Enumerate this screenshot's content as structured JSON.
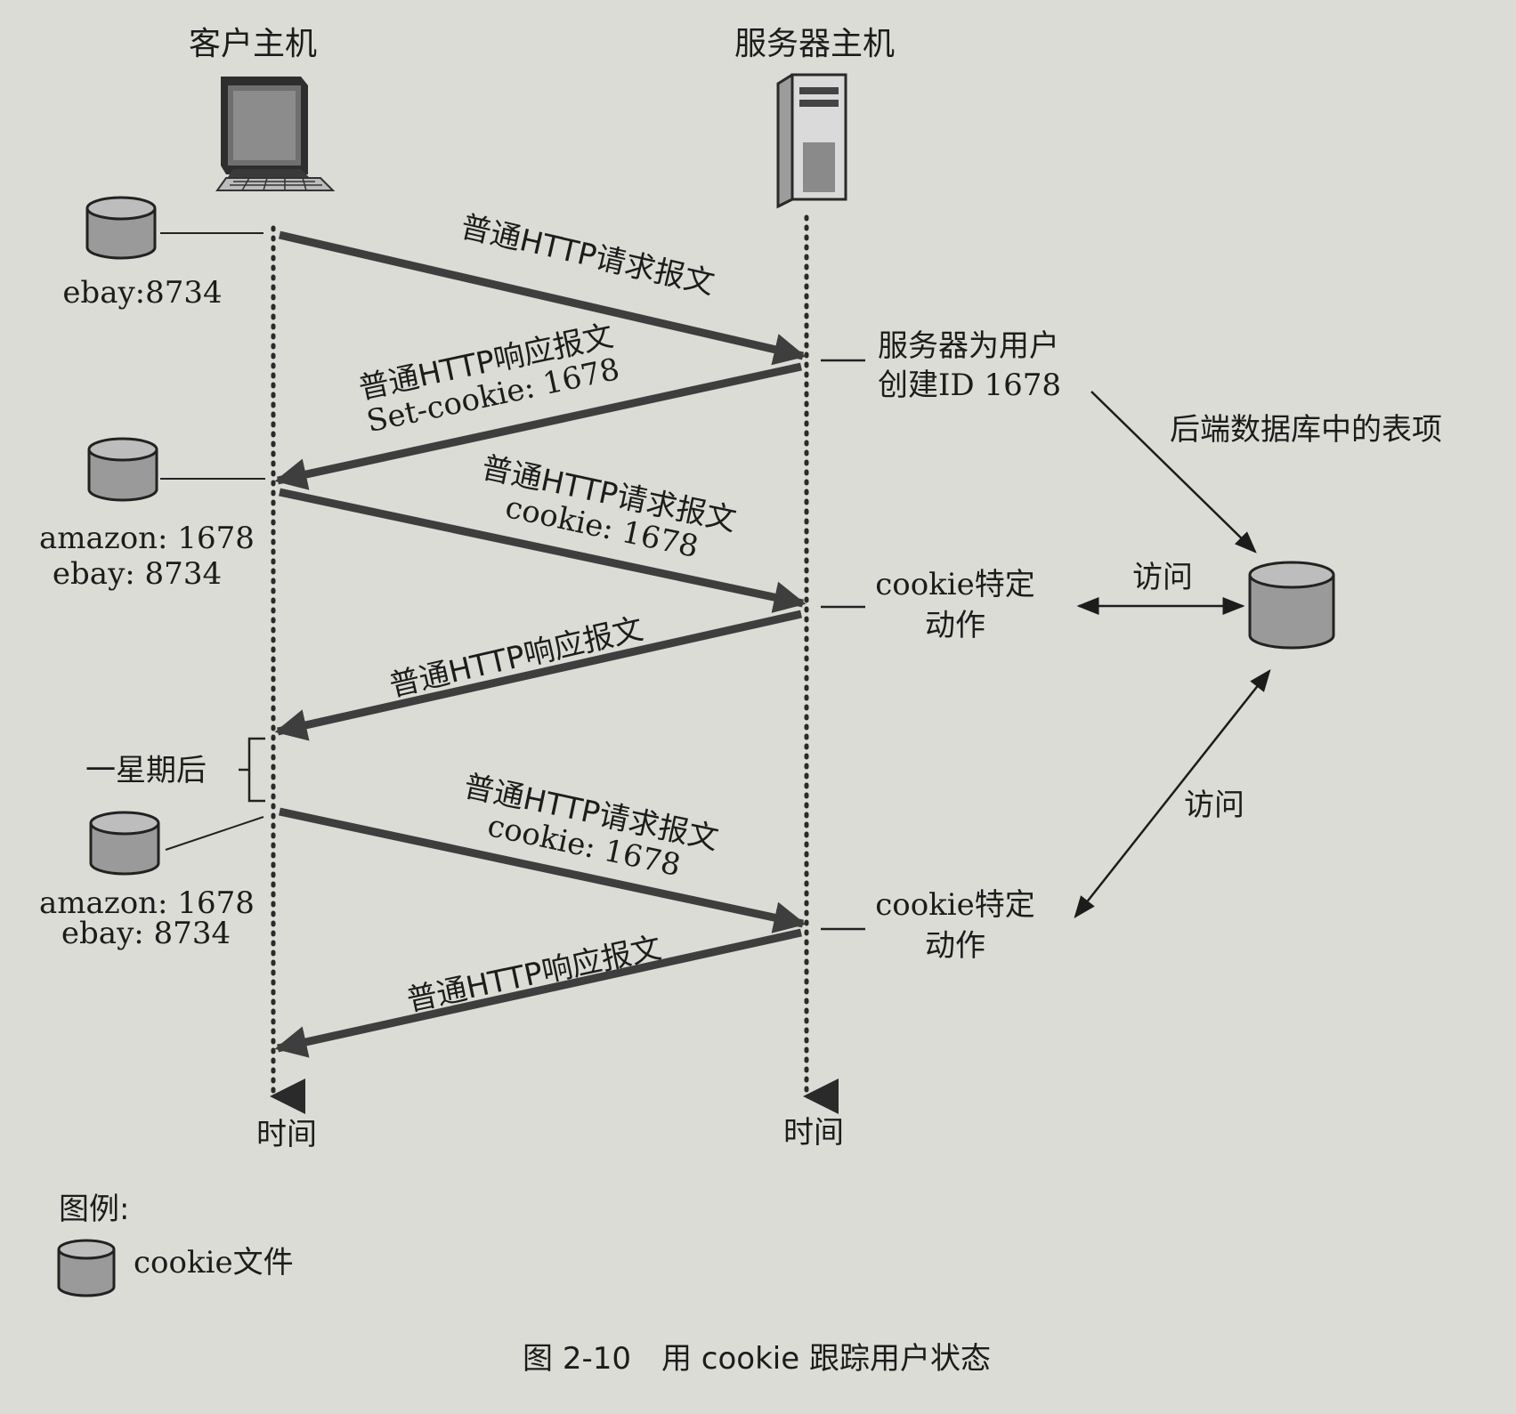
{
  "colors": {
    "paper": "#dcdcd6",
    "ink": "#1c1c1c",
    "arrow": "#3e3e3e",
    "cylinder_fill": "#9a9a9a",
    "cylinder_top": "#bdbdbd"
  },
  "client": {
    "title": "客户主机",
    "icon": "desktop-computer-icon",
    "cookies": [
      [
        "ebay:8734"
      ],
      [
        "amazon: 1678",
        "ebay: 8734"
      ],
      [
        "amazon: 1678",
        "ebay: 8734"
      ]
    ],
    "time_label": "时间",
    "week_later": "一星期后"
  },
  "server": {
    "title": "服务器主机",
    "icon": "server-tower-icon",
    "create_id": [
      "服务器为用户",
      "创建ID 1678"
    ],
    "cookie_action": [
      "cookie特定",
      "动作"
    ],
    "time_label": "时间"
  },
  "messages": [
    {
      "direction": "request",
      "lines": [
        "普通HTTP请求报文"
      ]
    },
    {
      "direction": "response",
      "lines": [
        "普通HTTP响应报文",
        "Set-cookie: 1678"
      ]
    },
    {
      "direction": "request",
      "lines": [
        "普通HTTP请求报文",
        "cookie: 1678"
      ]
    },
    {
      "direction": "response",
      "lines": [
        "普通HTTP响应报文"
      ]
    },
    {
      "direction": "request",
      "lines": [
        "普通HTTP请求报文",
        "cookie: 1678"
      ]
    },
    {
      "direction": "response",
      "lines": [
        "普通HTTP响应报文"
      ]
    }
  ],
  "backend": {
    "label": "后端数据库中的表项",
    "access_label": "访问"
  },
  "legend": {
    "title": "图例:",
    "item": "cookie文件"
  },
  "caption": "图 2-10　用 cookie 跟踪用户状态"
}
